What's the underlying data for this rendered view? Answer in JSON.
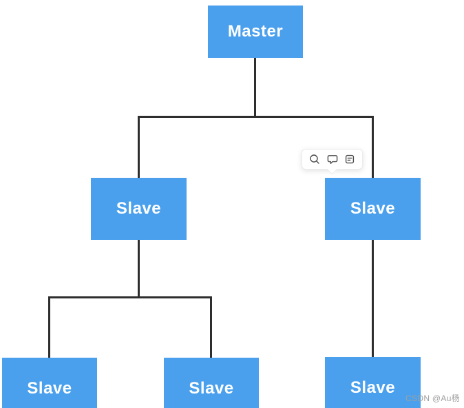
{
  "diagram": {
    "nodes": [
      {
        "id": "master",
        "label": "Master"
      },
      {
        "id": "slave-left",
        "label": "Slave"
      },
      {
        "id": "slave-right",
        "label": "Slave"
      },
      {
        "id": "slave-bottom-1",
        "label": "Slave"
      },
      {
        "id": "slave-bottom-2",
        "label": "Slave"
      },
      {
        "id": "slave-bottom-right",
        "label": "Slave"
      }
    ],
    "edges": [
      {
        "from": "master",
        "to": "slave-left"
      },
      {
        "from": "master",
        "to": "slave-right"
      },
      {
        "from": "slave-left",
        "to": "slave-bottom-1"
      },
      {
        "from": "slave-left",
        "to": "slave-bottom-2"
      },
      {
        "from": "slave-right",
        "to": "slave-bottom-right"
      }
    ],
    "colors": {
      "node_fill": "#4aa0ec",
      "node_text": "#ffffff",
      "connector": "#2e2e2e"
    }
  },
  "image_toolbar": {
    "icons": [
      {
        "name": "magnifier-icon"
      },
      {
        "name": "comment-icon"
      },
      {
        "name": "note-icon"
      }
    ]
  },
  "watermark": {
    "text": "CSDN @Au杨",
    "color": "#9f9f9f"
  }
}
